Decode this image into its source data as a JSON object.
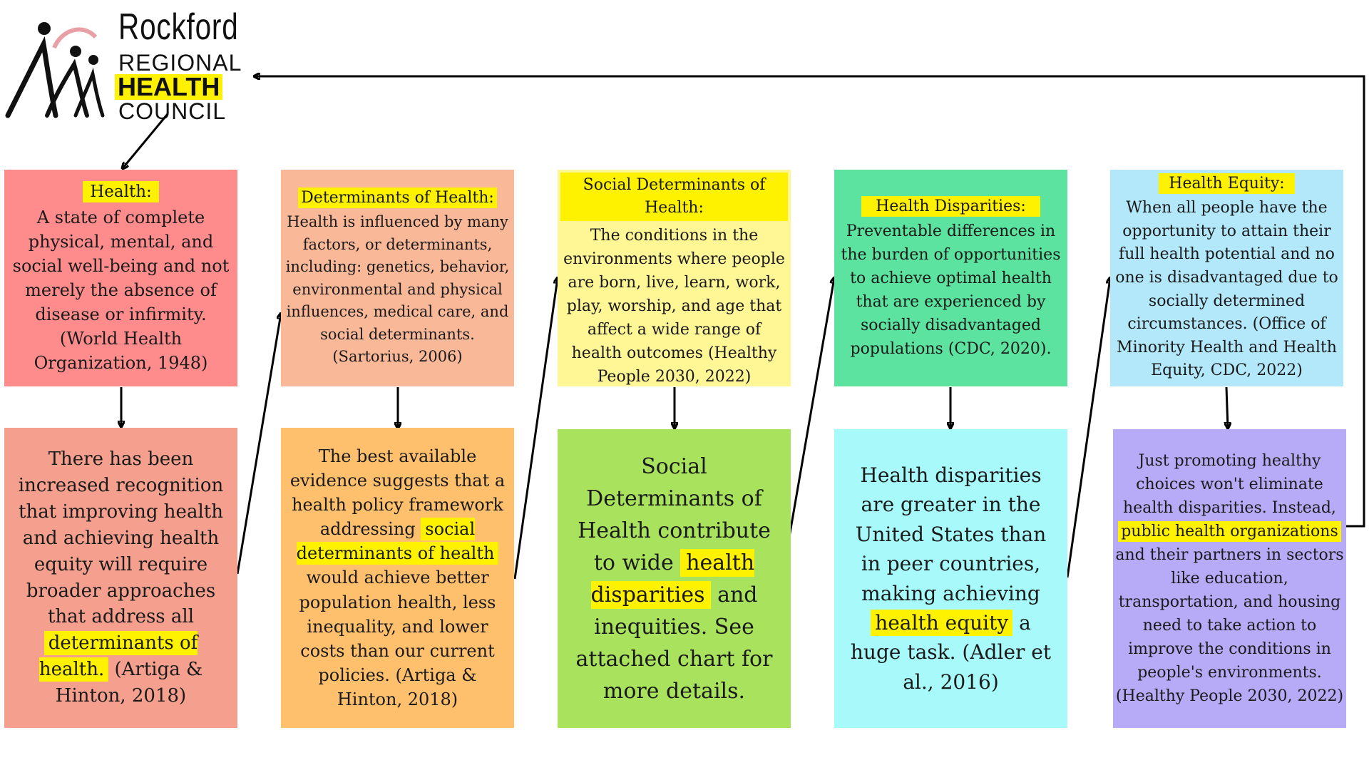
{
  "logo": {
    "words": [
      "Rockford",
      "REGIONAL",
      "HEALTH",
      "COUNCIL"
    ]
  },
  "colors": {
    "health": "#ff8c8c",
    "determinants": "#f9b898",
    "social_determinants": "#fff696",
    "disparities": "#5ce39f",
    "equity": "#b3e8fa",
    "b1": "#f5a08f",
    "b2": "#ffc06e",
    "b3": "#a9e25c",
    "b4": "#a8fafa",
    "b5": "#b7aaf7",
    "highlight": "#fff200"
  },
  "top_boxes": [
    {
      "title": "Health:",
      "text": "A state of complete physical, mental, and social well-being and not merely the absence of disease or infirmity. (World Health Organization, 1948)"
    },
    {
      "title": "Determinants of Health:",
      "text": "Health is influenced by many factors, or determinants, including: genetics, behavior, environmental and physical influences, medical care, and social determinants. (Sartorius, 2006)"
    },
    {
      "title": "Social Determinants of Health:",
      "text": "The conditions in the environments where people are born, live, learn, work, play, worship, and age that affect a wide range of health outcomes (Healthy People 2030, 2022)"
    },
    {
      "title": "Health Disparities:",
      "text": "Preventable differences in the burden of opportunities to achieve optimal health that are experienced by socially disadvantaged populations (CDC, 2020)."
    },
    {
      "title": "Health Equity:",
      "text": "When all people have the opportunity to attain their full health potential and no one is disadvantaged due to socially determined circumstances. (Office of Minority Health and Health Equity, CDC, 2022)"
    }
  ],
  "bottom_boxes": [
    {
      "pre": "There has been increased recognition that improving health and achieving health equity will require broader approaches that address all ",
      "hl": "determinants of health.",
      "post": " (Artiga & Hinton, 2018)"
    },
    {
      "pre": "The best available evidence suggests that a health policy framework addressing ",
      "hl": "social determinants of health",
      "post": " would achieve better population health, less inequality, and lower costs than our current policies. (Artiga & Hinton, 2018)"
    },
    {
      "pre": "Social Determinants of Health contribute to wide ",
      "hl": "health disparities",
      "post": " and inequities. See attached chart for more details."
    },
    {
      "pre": "Health disparities are greater in the United States than in peer countries, making achieving ",
      "hl": "health equity",
      "post": " a huge task. (Adler et al., 2016)"
    },
    {
      "pre": "Just promoting healthy choices won't eliminate health disparities. Instead, ",
      "hl": "public health organizations",
      "post": " and their partners in sectors like education, transportation, and housing need to take action to improve the conditions in people's environments. (Healthy People 2030, 2022)"
    }
  ]
}
